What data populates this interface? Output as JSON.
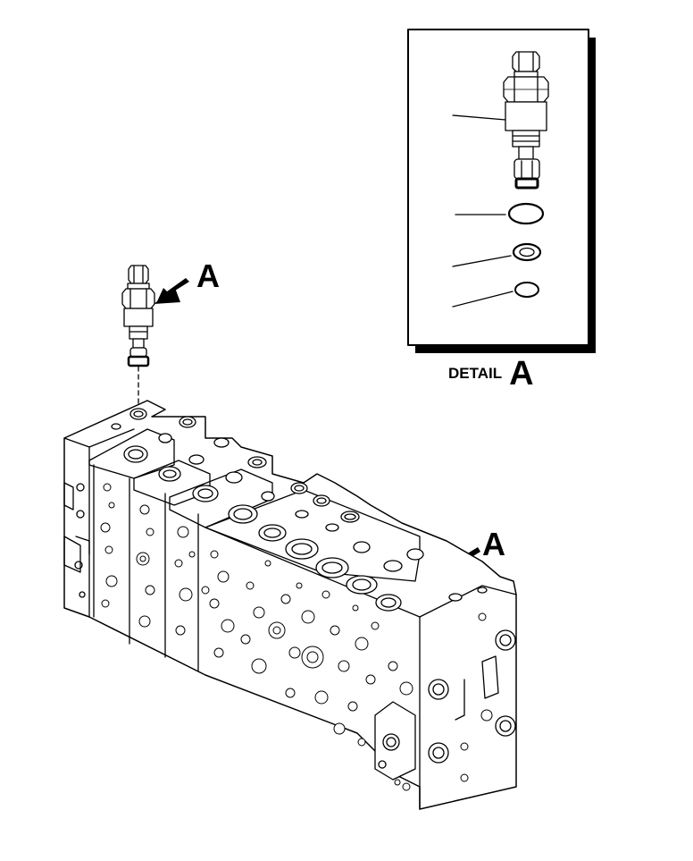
{
  "callouts": {
    "left": "A",
    "right": "A"
  },
  "detail": {
    "word": "DETAIL",
    "letter": "A"
  },
  "colors": {
    "ink": "#000000",
    "paper": "#ffffff",
    "shadow": "#000000"
  }
}
